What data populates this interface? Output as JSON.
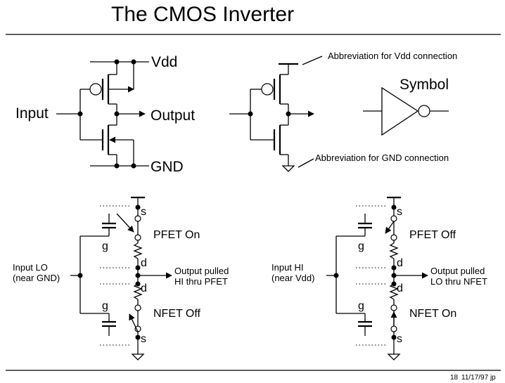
{
  "title": "The CMOS Inverter",
  "schematic": {
    "vdd": "Vdd",
    "input": "Input",
    "output": "Output",
    "gnd": "GND"
  },
  "abbrev": {
    "vdd_note": "Abbreviation for Vdd connection",
    "gnd_note": "Abbreviation for GND connection",
    "symbol": "Symbol"
  },
  "lo_case": {
    "input_line1": "Input LO",
    "input_line2": "(near GND)",
    "pfet_state": "PFET On",
    "nfet_state": "NFET Off",
    "output_line1": "Output pulled",
    "output_line2": "HI thru PFET"
  },
  "hi_case": {
    "input_line1": "Input HI",
    "input_line2": "(near Vdd)",
    "pfet_state": "PFET Off",
    "nfet_state": "NFET On",
    "output_line1": "Output pulled",
    "output_line2": "LO thru NFET"
  },
  "terminals": {
    "s": "s",
    "g": "g",
    "d": "d"
  },
  "footer": {
    "page": "18",
    "date": "11/17/97 jp"
  }
}
